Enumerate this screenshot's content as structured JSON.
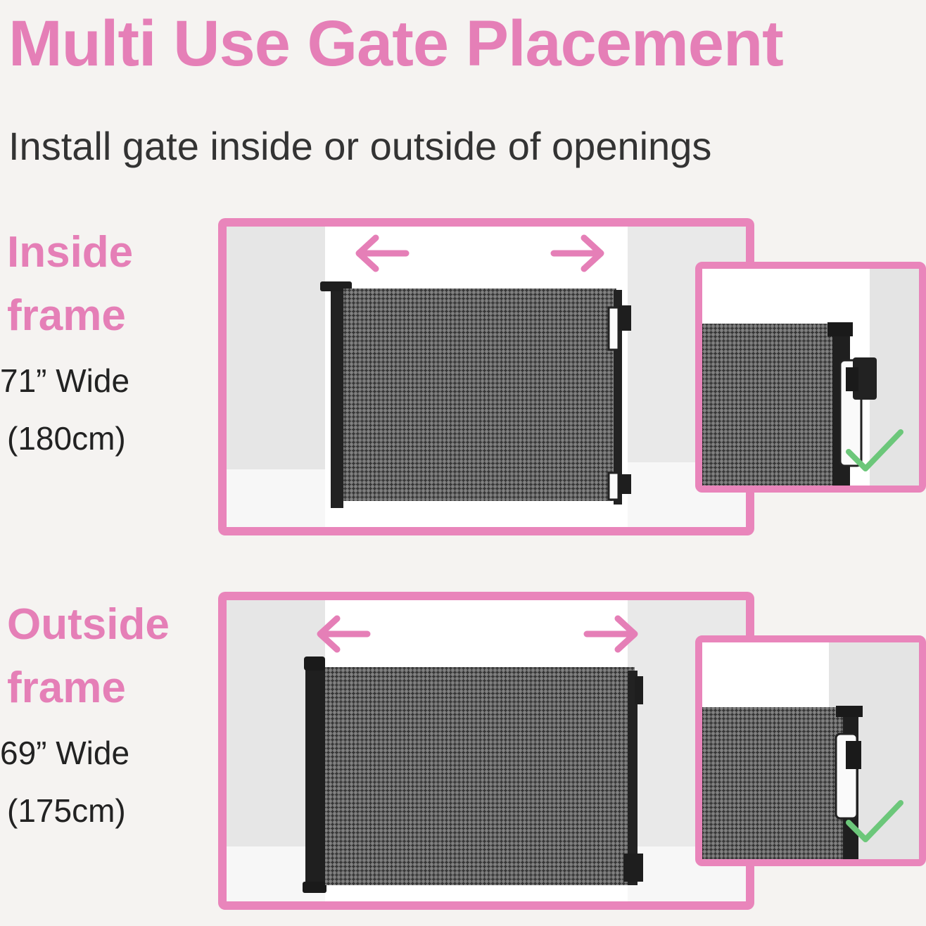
{
  "title": "Multi Use Gate Placement",
  "subtitle": "Install gate inside or outside of openings",
  "inside": {
    "heading_line1": "Inside",
    "heading_line2": "frame",
    "width": "71” Wide",
    "width_cm": "(180cm)"
  },
  "outside": {
    "heading_line1": "Outside",
    "heading_line2": "frame",
    "width": "69” Wide",
    "width_cm": "(175cm)"
  },
  "icons": {
    "arrows": [
      "arrow-left-icon",
      "arrow-right-icon"
    ],
    "check": "check-icon"
  },
  "colors": {
    "accent_pink": "#e57fb7",
    "border_pink": "#e985bb",
    "check_green": "#6cc77a",
    "text_dark": "#333333",
    "gate_mesh": "#4a4a4a",
    "background": "#f5f3f1"
  }
}
